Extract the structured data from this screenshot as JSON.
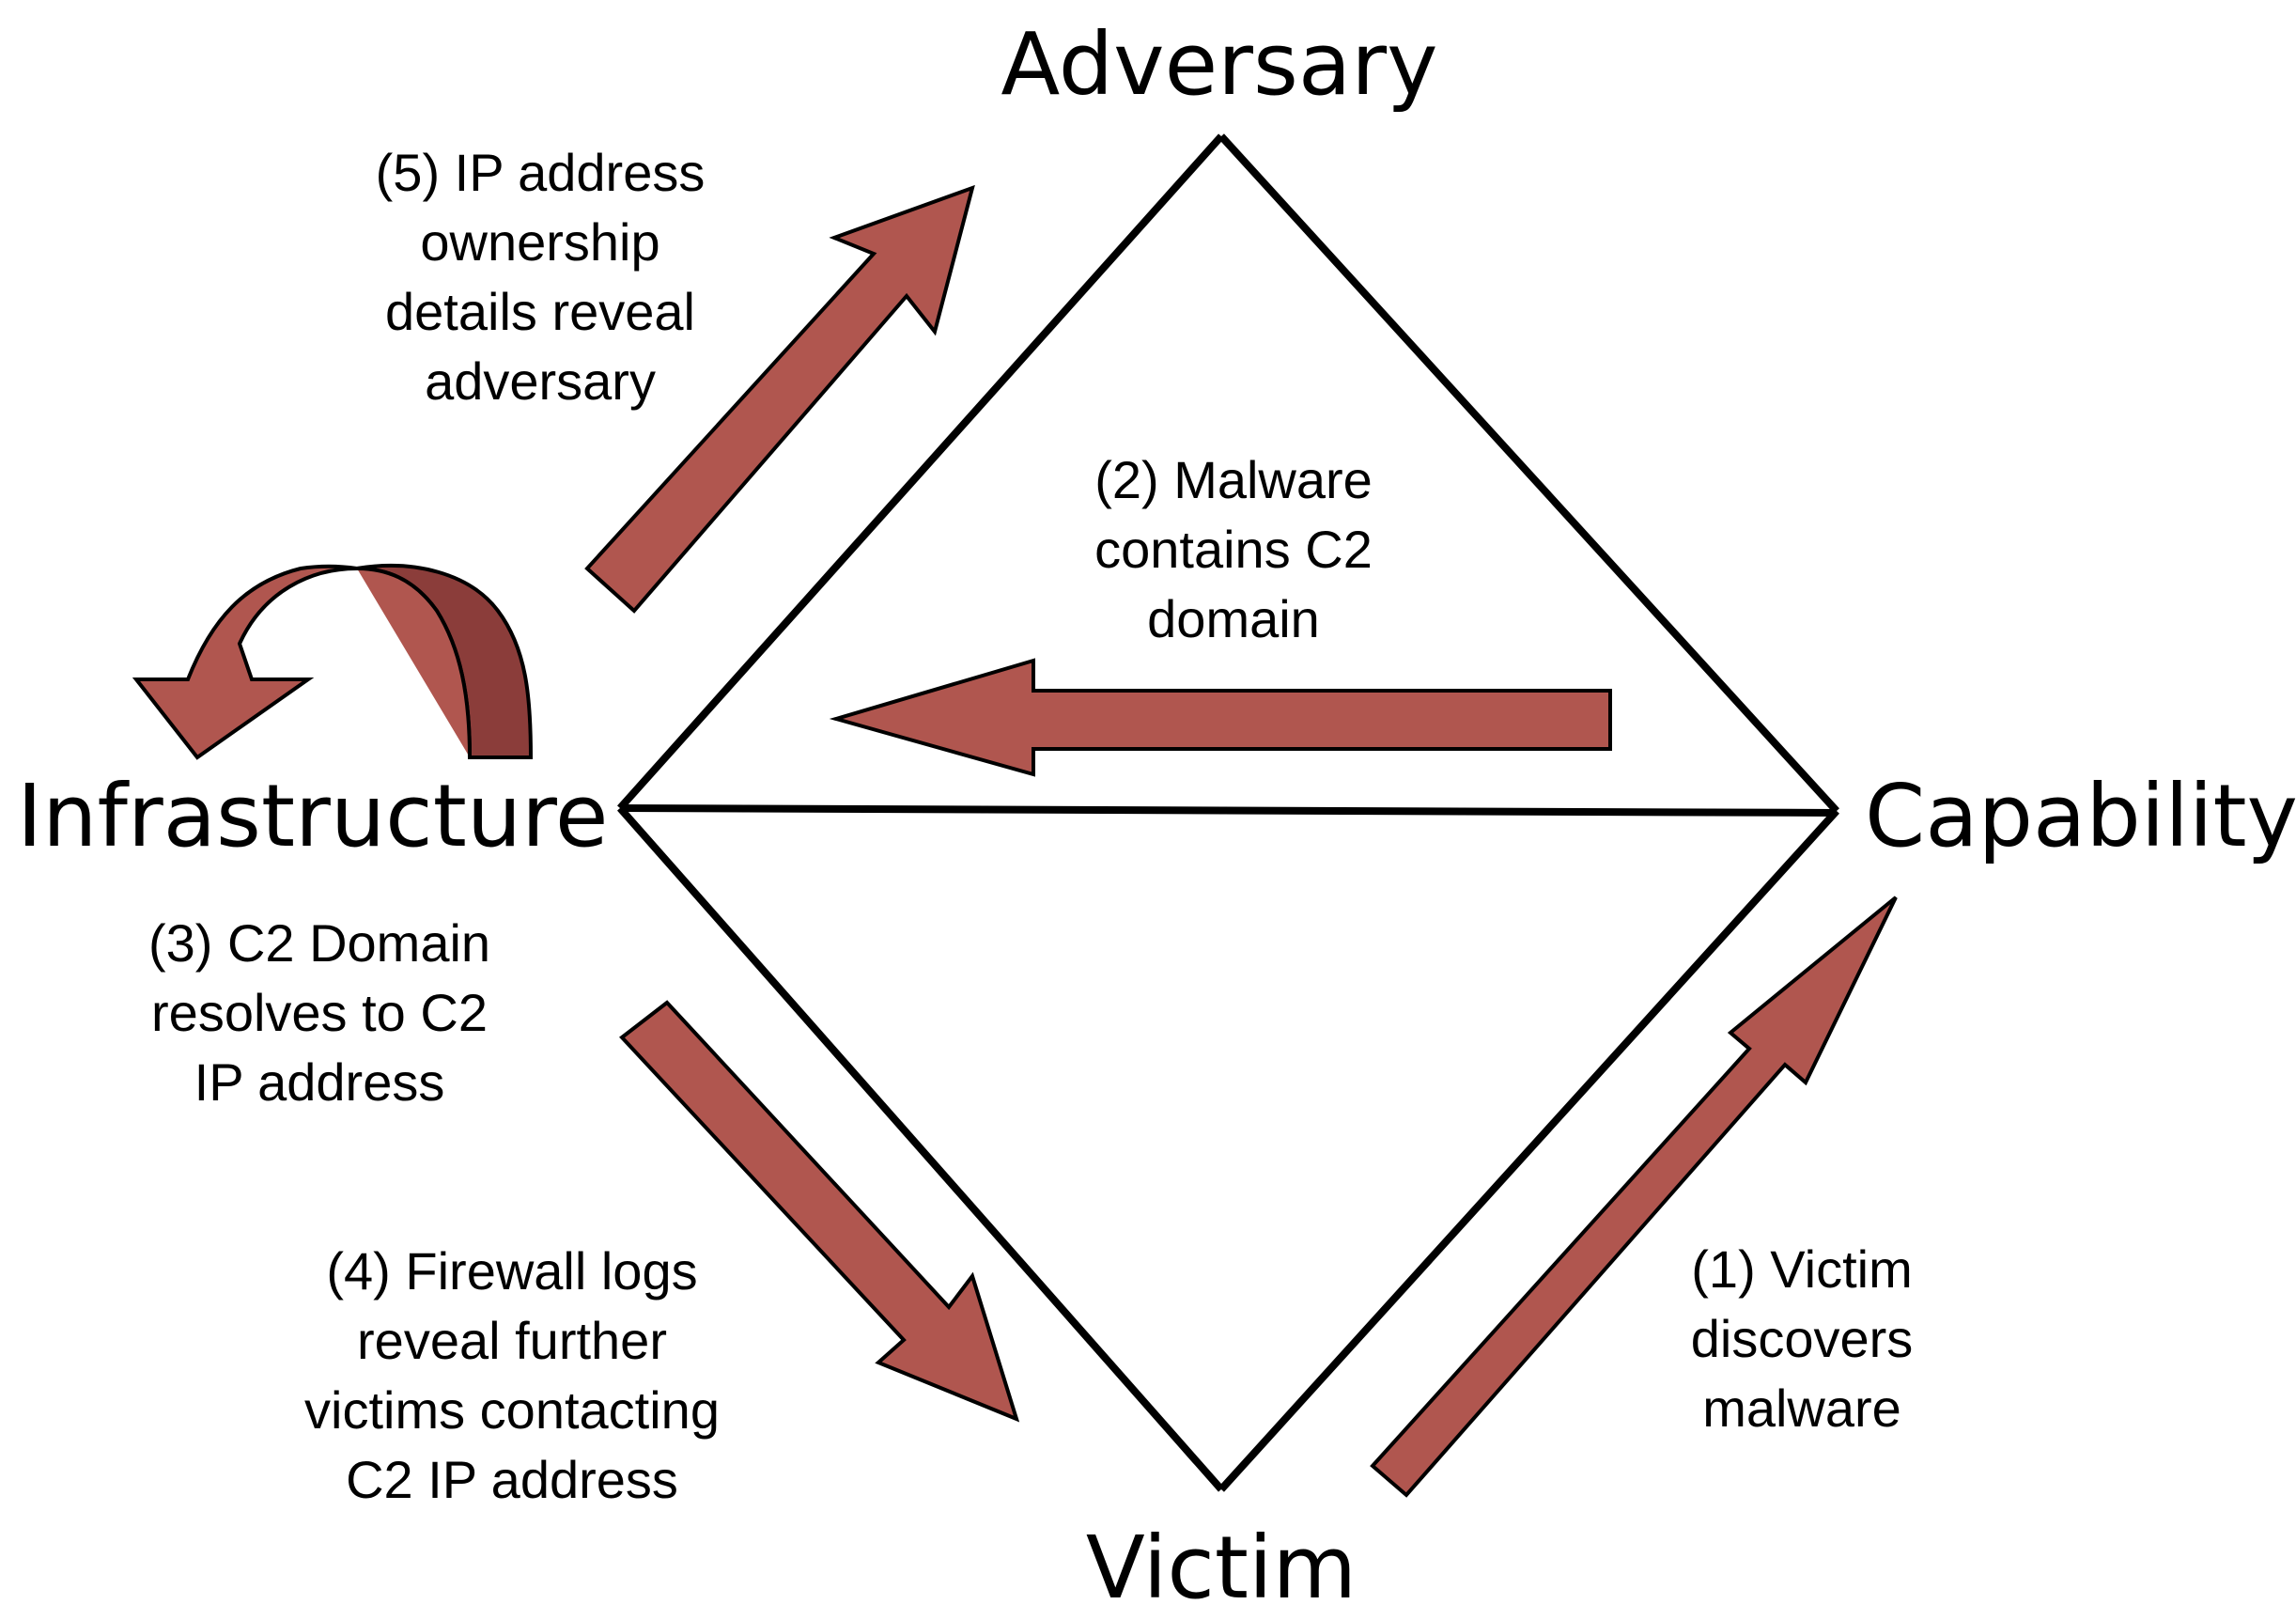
{
  "nodes": {
    "adversary": "Adversary",
    "infrastructure": "Infrastructure",
    "capability": "Capability",
    "victim": "Victim"
  },
  "steps": [
    {
      "lines": [
        "(1) Victim",
        "discovers",
        "malware"
      ]
    },
    {
      "lines": [
        "(2) Malware",
        "contains C2",
        "domain"
      ]
    },
    {
      "lines": [
        "(3) C2 Domain",
        "resolves to C2",
        "IP address"
      ]
    },
    {
      "lines": [
        "(4) Firewall logs",
        "reveal further",
        "victims contacting",
        "C2 IP address"
      ]
    },
    {
      "lines": [
        "(5) IP address",
        "ownership",
        "details reveal",
        "adversary"
      ]
    }
  ],
  "colors": {
    "arrow_fill": "#b0564f",
    "arrow_dark": "#8b3d3a",
    "line": "#000000"
  },
  "icons": [
    "arrow-icon",
    "curved-arrow-icon"
  ]
}
